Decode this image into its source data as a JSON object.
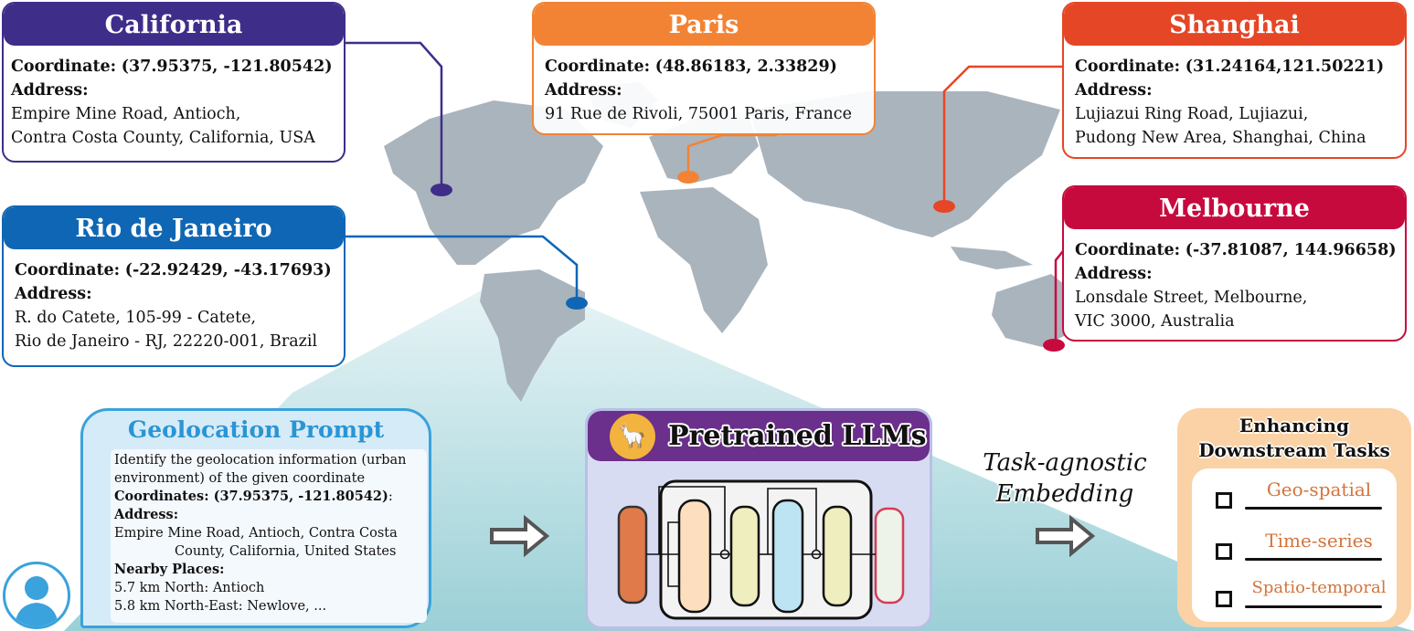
{
  "locations": [
    {
      "name": "California",
      "color": "#3f2d8a",
      "coordinate_label": "Coordinate:",
      "coordinate": "(37.95375, -121.80542)",
      "address_label": "Address:",
      "address_lines": [
        "Empire Mine Road, Antioch,",
        "Contra Costa County, California, USA"
      ]
    },
    {
      "name": "Rio de Janeiro",
      "color": "#0f66b4",
      "coordinate_label": "Coordinate:",
      "coordinate": "(-22.92429, -43.17693)",
      "address_label": "Address:",
      "address_lines": [
        "R. do Catete, 105-99 - Catete,",
        "Rio de Janeiro - RJ, 22220-001, Brazil"
      ]
    },
    {
      "name": "Paris",
      "color": "#f38334",
      "coordinate_label": "Coordinate:",
      "coordinate": "(48.86183, 2.33829)",
      "address_label": "Address:",
      "address_lines": [
        "91 Rue de Rivoli,  75001 Paris,  France"
      ]
    },
    {
      "name": "Shanghai",
      "color": "#e54626",
      "coordinate_label": "Coordinate:",
      "coordinate": "(31.24164,121.50221)",
      "address_label": "Address:",
      "address_lines": [
        "Lujiazui Ring Road, Lujiazui,",
        "Pudong New Area, Shanghai,  China"
      ]
    },
    {
      "name": "Melbourne",
      "color": "#c70a3e",
      "coordinate_label": "Coordinate:",
      "coordinate": "(-37.81087, 144.96658)",
      "address_label": "Address:",
      "address_lines": [
        "Lonsdale Street, Melbourne,",
        "VIC 3000, Australia"
      ]
    }
  ],
  "prompt": {
    "title": "Geolocation Prompt",
    "instruction": "Identify the geolocation information (urban environment) of  the given coordinate",
    "coordinates_label": "Coordinates: (37.95375, -121.80542)",
    "coordinates_suffix": ":",
    "address_label": "Address:",
    "address_line1": "Empire Mine Road, Antioch, Contra Costa",
    "address_line2": "County, California, United States",
    "nearby_label": "Nearby Places:",
    "nearby": [
      "5.7 km North: Antioch",
      "5.8 km North-East: Newlove, ..."
    ]
  },
  "llm": {
    "title": "Pretrained LLMs",
    "icon": "alpaca-icon"
  },
  "embedding_label": {
    "line1": "Task-agnostic",
    "line2": "Embedding"
  },
  "downstream": {
    "title_line1": "Enhancing",
    "title_line2": "Downstream Tasks",
    "tasks": [
      "Geo-spatial",
      "Time-series",
      "Spatio-temporal"
    ]
  },
  "colors": {
    "map_land": "#a9b3bc",
    "teal_band": "#9fd2d8",
    "prompt_border": "#3aa2dc",
    "llm_header": "#6b2f8c",
    "task_text": "#d2743c"
  }
}
